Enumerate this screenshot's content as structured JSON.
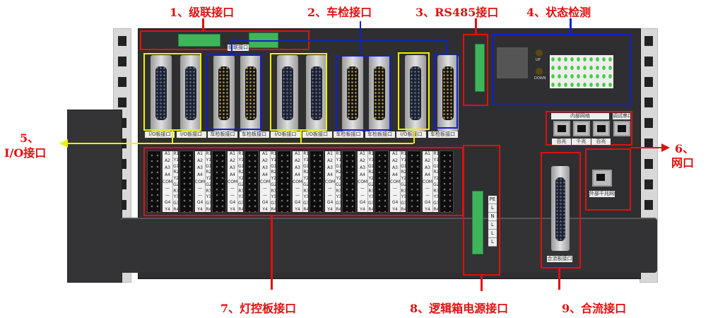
{
  "annotations": {
    "a1": "1、级联接口",
    "a2": "2、车检接口",
    "a3": "3、RS485接口",
    "a4": "4、状态检测",
    "a5_num": "5、",
    "a5_text": "I/O接口",
    "a6_num": "6、",
    "a6_text": "网口",
    "a7": "7、灯控板接口",
    "a8": "8、逻辑箱电源接口",
    "a9": "9、合流接口"
  },
  "cascade": {
    "label": "级联接口"
  },
  "connector_labels": [
    "I/O板接口",
    "I/O板接口",
    "车检板接口",
    "车检板接口",
    "I/O板接口",
    "I/O板接口",
    "车检板接口",
    "车检板接口",
    "I/O板接口",
    "车检板接口"
  ],
  "status": {
    "up": "UP",
    "down": "DOWN"
  },
  "lamp_card": {
    "left": [
      "A1",
      "A2",
      "A3",
      "A4",
      "COM",
      "—",
      "—",
      "G4",
      "Y4"
    ],
    "right": [
      "R1",
      "Y1",
      "G1",
      "R2",
      "Y2",
      "G2",
      "R3",
      "Y3",
      "G3",
      "R4"
    ]
  },
  "power": {
    "pins": [
      "PE",
      "L",
      "N",
      "L",
      "L",
      "L"
    ]
  },
  "network": {
    "internal": "内部网络",
    "debug": "调试串口",
    "speeds": [
      "百兆",
      "千兆",
      "百兆"
    ],
    "external": "外部千兆网络"
  },
  "merge": {
    "label": "合流板接口"
  },
  "colors": {
    "red": "#e01010",
    "blue": "#1020d0",
    "yellow": "#f0f000"
  }
}
